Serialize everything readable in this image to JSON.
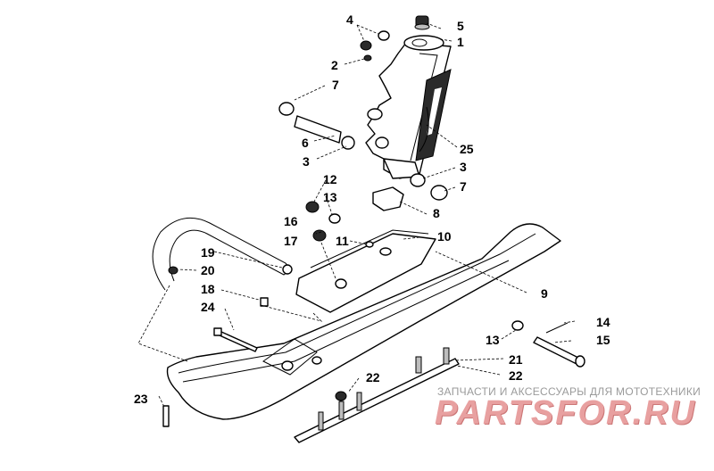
{
  "callouts": [
    {
      "id": "1",
      "text": "1"
    },
    {
      "id": "2",
      "text": "2"
    },
    {
      "id": "3a",
      "text": "3"
    },
    {
      "id": "3b",
      "text": "3"
    },
    {
      "id": "4",
      "text": "4"
    },
    {
      "id": "5",
      "text": "5"
    },
    {
      "id": "6",
      "text": "6"
    },
    {
      "id": "7a",
      "text": "7"
    },
    {
      "id": "7b",
      "text": "7"
    },
    {
      "id": "8",
      "text": "8"
    },
    {
      "id": "9",
      "text": "9"
    },
    {
      "id": "10",
      "text": "10"
    },
    {
      "id": "11",
      "text": "11"
    },
    {
      "id": "12",
      "text": "12"
    },
    {
      "id": "13a",
      "text": "13"
    },
    {
      "id": "13b",
      "text": "13"
    },
    {
      "id": "14",
      "text": "14"
    },
    {
      "id": "15",
      "text": "15"
    },
    {
      "id": "16",
      "text": "16"
    },
    {
      "id": "17",
      "text": "17"
    },
    {
      "id": "18",
      "text": "18"
    },
    {
      "id": "19",
      "text": "19"
    },
    {
      "id": "20",
      "text": "20"
    },
    {
      "id": "21",
      "text": "21"
    },
    {
      "id": "22a",
      "text": "22"
    },
    {
      "id": "22b",
      "text": "22"
    },
    {
      "id": "23",
      "text": "23"
    },
    {
      "id": "24",
      "text": "24"
    },
    {
      "id": "25",
      "text": "25"
    }
  ],
  "watermark": {
    "tagline": "ЗАПЧАСТИ И АКСЕССУАРЫ ДЛЯ МОТОТЕХНИКИ",
    "logo": "PARTSFOR.RU"
  }
}
